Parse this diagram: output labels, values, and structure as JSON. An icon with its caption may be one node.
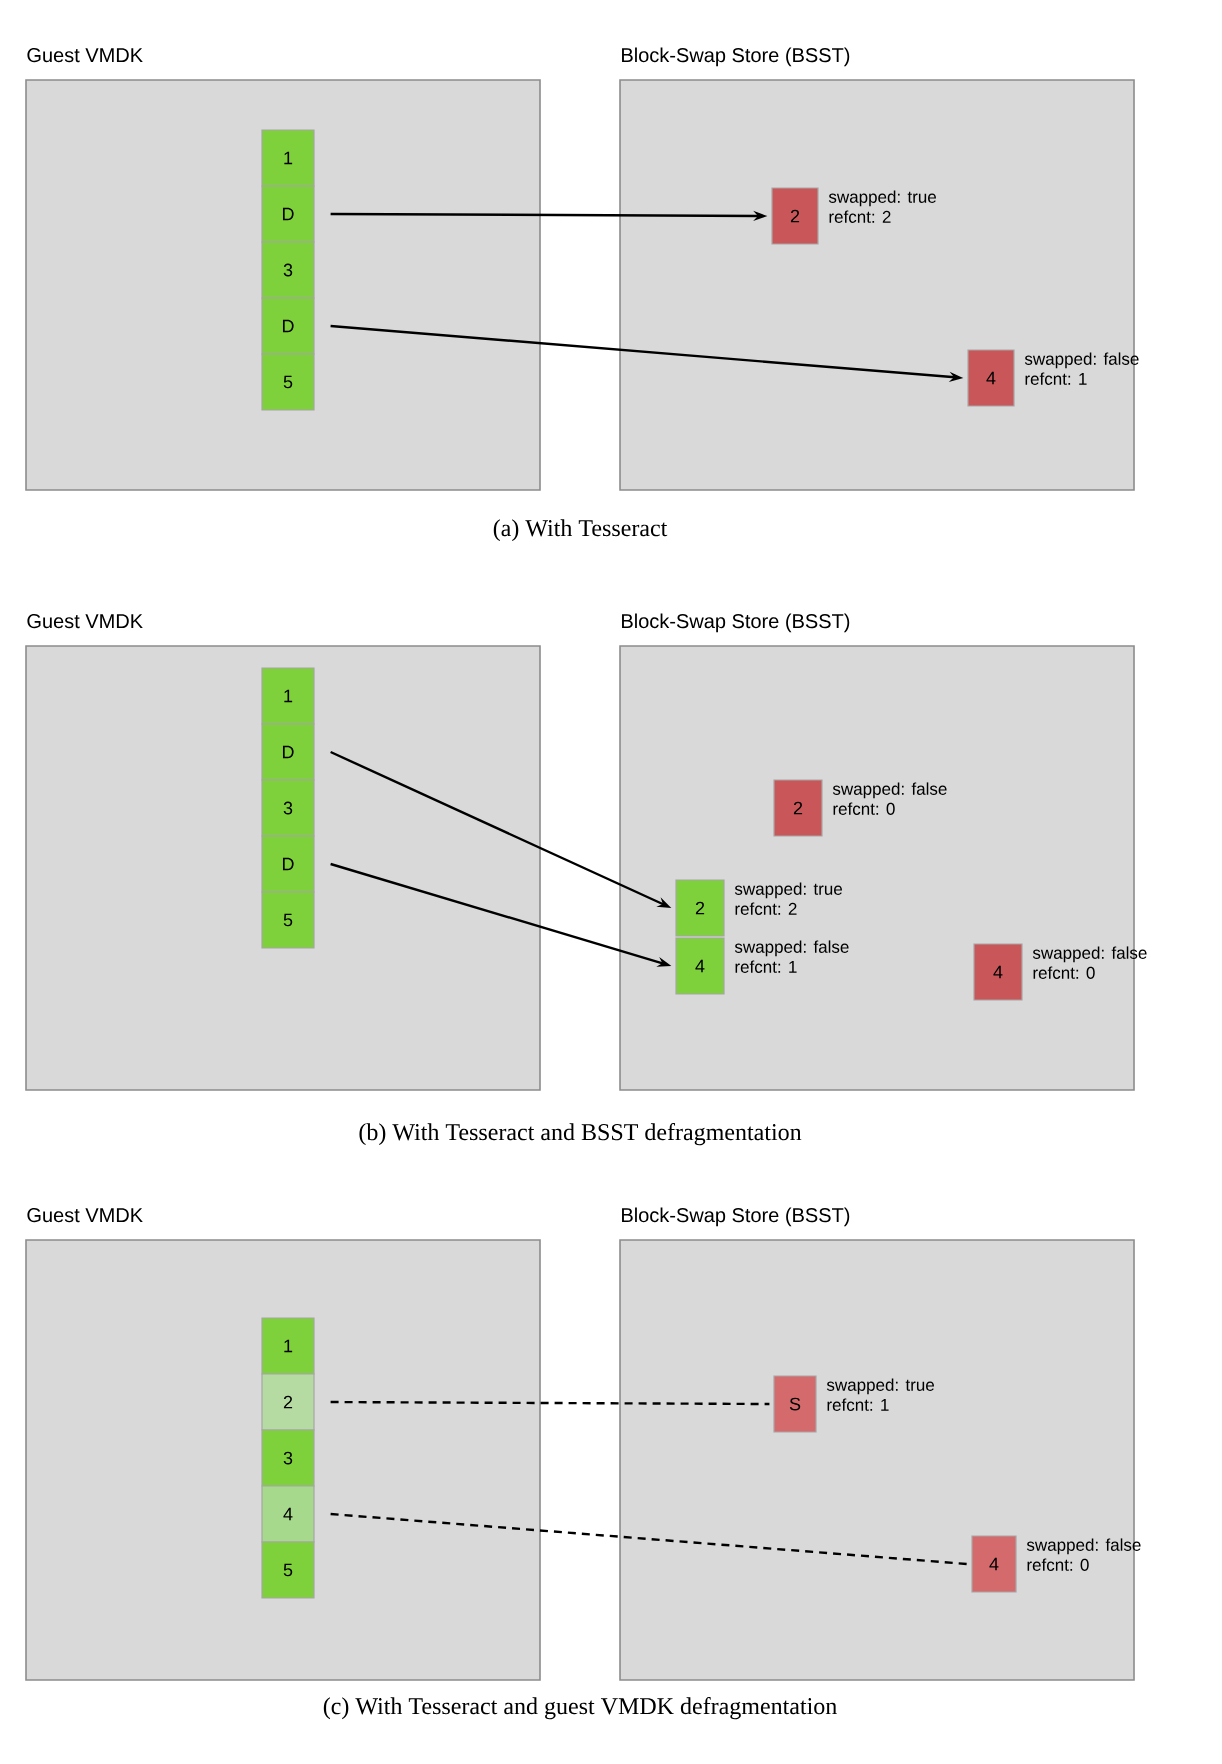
{
  "diagram": {
    "nodes": [
      {
        "text": [
          "Guest VMDK"
        ]
      },
      {
        "text": [
          "1"
        ],
        "in": 0
      },
      {
        "text": [
          "D"
        ],
        "in": 0
      },
      {
        "text": [
          "3"
        ],
        "in": 0
      },
      {
        "text": [
          "D"
        ],
        "in": 0
      },
      {
        "text": [
          "5"
        ],
        "in": 0
      },
      {
        "text": [
          "Block-Swap Store (BSST)"
        ]
      },
      {
        "text": [
          "2"
        ],
        "in": 6,
        "beside": [
          "swapped: true",
          "refcnt: 2"
        ]
      },
      {
        "text": [
          "4"
        ],
        "in": 6,
        "beside": [
          "swapped: false",
          "refcnt: 1"
        ]
      },
      {
        "text": [
          "Guest VMDK"
        ]
      },
      {
        "text": [
          "1"
        ],
        "in": 9
      },
      {
        "text": [
          "D"
        ],
        "in": 9
      },
      {
        "text": [
          "3"
        ],
        "in": 9
      },
      {
        "text": [
          "D"
        ],
        "in": 9
      },
      {
        "text": [
          "5"
        ],
        "in": 9
      },
      {
        "text": [
          "Block-Swap Store (BSST)"
        ]
      },
      {
        "text": [
          "2"
        ],
        "in": 15,
        "beside": [
          "swapped: false",
          "refcnt: 0"
        ]
      },
      {
        "text": [
          "2"
        ],
        "in": 15,
        "beside": [
          "swapped: true",
          "refcnt: 2"
        ]
      },
      {
        "text": [
          "4"
        ],
        "in": 15,
        "beside": [
          "swapped: false",
          "refcnt: 1"
        ]
      },
      {
        "text": [
          "4"
        ],
        "in": 15,
        "beside": [
          "swapped: false",
          "refcnt: 0"
        ]
      },
      {
        "text": [
          "Guest VMDK"
        ]
      },
      {
        "text": [
          "1"
        ],
        "in": 20
      },
      {
        "text": [
          "2"
        ],
        "in": 20
      },
      {
        "text": [
          "3"
        ],
        "in": 20
      },
      {
        "text": [
          "4"
        ],
        "in": 20
      },
      {
        "text": [
          "5"
        ],
        "in": 20
      },
      {
        "text": [
          "Block-Swap Store (BSST)"
        ]
      },
      {
        "text": [
          "S"
        ],
        "in": 26,
        "beside": [
          "swapped: true",
          "refcnt: 1"
        ]
      },
      {
        "text": [
          "4"
        ],
        "in": 26,
        "beside": [
          "swapped: false",
          "refcnt: 0"
        ]
      }
    ],
    "edges": [
      {
        "from": 2,
        "to": 7,
        "arrow": "to"
      },
      {
        "from": 4,
        "to": 8,
        "arrow": "to"
      },
      {
        "from": 11,
        "to": 17,
        "arrow": "to"
      },
      {
        "from": 13,
        "to": 18,
        "arrow": "to"
      },
      {
        "from": 22,
        "to": 27,
        "arrow": "none",
        "style": "dashed"
      },
      {
        "from": 24,
        "to": 28,
        "arrow": "none",
        "style": "dashed"
      }
    ],
    "labels": [
      "(a) With Tesseract",
      "(b) With Tesseract and BSST defragmentation",
      "(c) With Tesseract and guest VMDK defragmentation"
    ]
  }
}
